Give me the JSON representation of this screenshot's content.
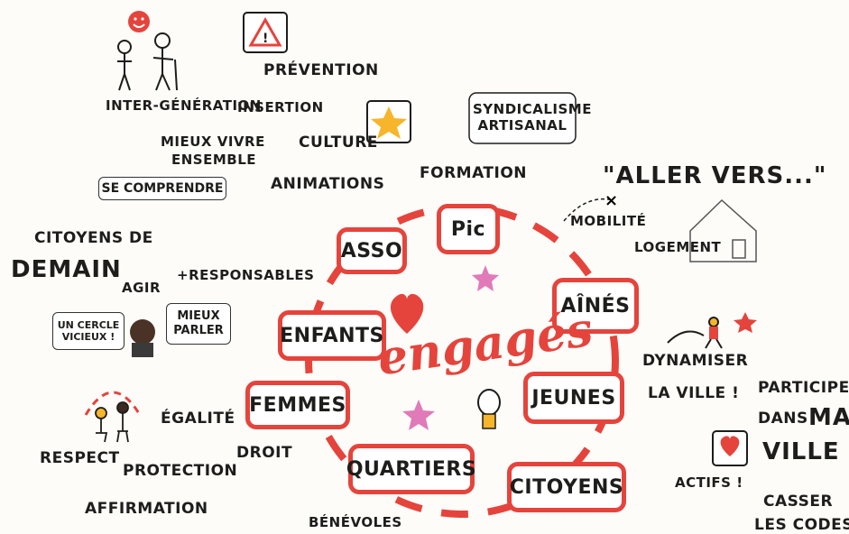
{
  "center": {
    "word": "engagés"
  },
  "bubbles": {
    "pic": "Pic",
    "asso": "ASSO",
    "aines": "AÎNÉS",
    "enfants": "ENFANTS",
    "femmes": "FEMMES",
    "jeunes": "JEUNES",
    "quartiers": "QUARTIERS",
    "citoyens": "CITOYENS"
  },
  "labels": {
    "prevention": "PRÉVENTION",
    "inter_generation": "INTER-GÉNÉRATION",
    "insertion": "INSERTION",
    "syndicalisme": "SYNDICALISME ARTISANAL",
    "mieux_vivre_1": "MIEUX VIVRE",
    "mieux_vivre_2": "ENSEMBLE",
    "culture": "CULTURE",
    "se_comprendre": "SE COMPRENDRE",
    "animations": "ANIMATIONS",
    "formation": "FORMATION",
    "aller_vers": "\"ALLER VERS...\"",
    "mobilite": "MOBILITÉ",
    "logement": "LOGEMENT",
    "citoyens_de": "CITOYENS DE",
    "demain": "DEMAIN",
    "agir": "AGIR",
    "responsables": "+RESPONSABLES",
    "cercle_vicieux": "UN CERCLE VICIEUX !",
    "mieux_parler": "MIEUX PARLER",
    "dynamiser": "DYNAMISER",
    "la_ville": "LA VILLE !",
    "participer": "PARTICIPER",
    "dans": "DANS",
    "ma": "MA",
    "ville": "VILLE !",
    "egalite": "ÉGALITÉ",
    "respect": "RESPECT",
    "protection": "PROTECTION",
    "droit": "DROIT",
    "affirmation": "AFFIRMATION",
    "actifs": "ACTIFS !",
    "casser": "CASSER",
    "les_codes": "LES CODES",
    "benevoles": "BÉNÉVOLES"
  },
  "icons": [
    "smiley-icon",
    "warning-icon",
    "star-icon",
    "house-icon",
    "heart-icon",
    "lightbulb-icon",
    "runner-icon"
  ],
  "colors": {
    "accent": "#e5443c",
    "star_pink": "#e07ab8",
    "star_yellow": "#f6b52a",
    "ink": "#1d1d1b"
  }
}
